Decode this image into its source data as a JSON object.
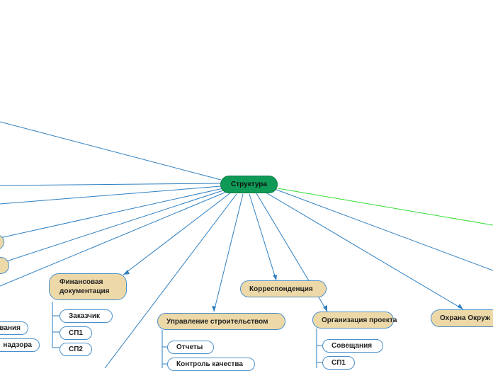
{
  "root": {
    "label": "Структура"
  },
  "branches": {
    "finance": "Финансовая документация",
    "correspondence": "Корреспонденция",
    "construction": "Управление строительством",
    "project_org": "Организация проекта",
    "safety": "Охрана Окруж"
  },
  "children": {
    "finance": [
      "Заказчик",
      "СП1",
      "СП2"
    ],
    "construction": [
      "Отчеты",
      "Контроль качества"
    ],
    "project_org": [
      "Совещания",
      "СП1"
    ],
    "left_cut": [
      "вания",
      "надзора"
    ]
  },
  "colors": {
    "root_fill": "#0f9b57",
    "branch_fill": "#edd9a8",
    "edge": "#2e7fc0",
    "edge_highlight": "#33dd33"
  }
}
